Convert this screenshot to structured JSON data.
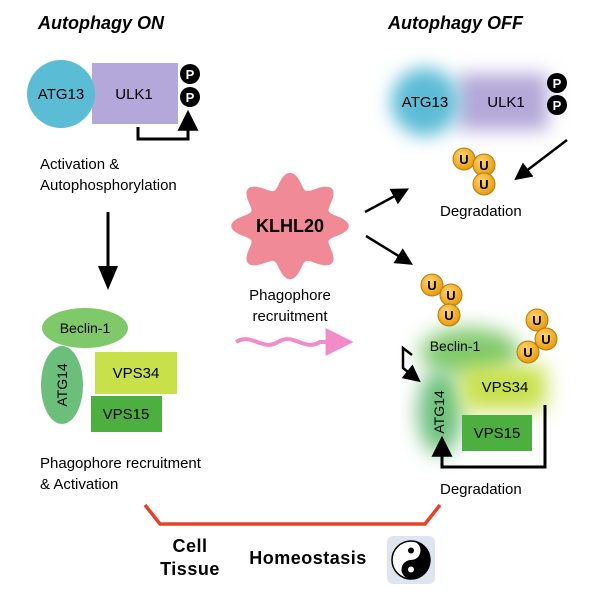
{
  "titles": {
    "on": "Autophagy ON",
    "off": "Autophagy OFF"
  },
  "ulk_on": {
    "atg13": "ATG13",
    "ulk1": "ULK1",
    "p1": "P",
    "p2": "P",
    "caption_line1": "Activation &",
    "caption_line2": "Autophosphorylation"
  },
  "pi3k_on": {
    "beclin": "Beclin-1",
    "atg14": "ATG14",
    "vps34": "VPS34",
    "vps15": "VPS15",
    "caption_line1": "Phagophore recruitment",
    "caption_line2": "& Activation"
  },
  "center": {
    "klhl20": "KLHL20",
    "caption_line1": "Phagophore",
    "caption_line2": "recruitment"
  },
  "ulk_off": {
    "atg13": "ATG13",
    "ulk1": "ULK1",
    "p1": "P",
    "p2": "P",
    "ub": [
      "U",
      "U",
      "U"
    ],
    "caption": "Degradation"
  },
  "pi3k_off": {
    "beclin": "Beclin-1",
    "atg14": "ATG14",
    "vps34": "VPS34",
    "vps15": "VPS15",
    "ub_top": [
      "U",
      "U",
      "U"
    ],
    "ub_right": [
      "U",
      "U",
      "U"
    ],
    "caption": "Degradation"
  },
  "bottom": {
    "cell": "Cell",
    "tissue": "Tissue",
    "homeostasis": "Homeostasis"
  },
  "colors": {
    "atg13": "#5bbcd6",
    "ulk1": "#b3a8d9",
    "beclin": "#7fc96a",
    "atg14": "#6bbf7a",
    "vps34": "#c8e04a",
    "vps15": "#4caf3f",
    "klhl20": "#f08a97",
    "ubiquitin": "#f0b020",
    "bracket": "#e8402a",
    "wave": "#f28cc8"
  }
}
